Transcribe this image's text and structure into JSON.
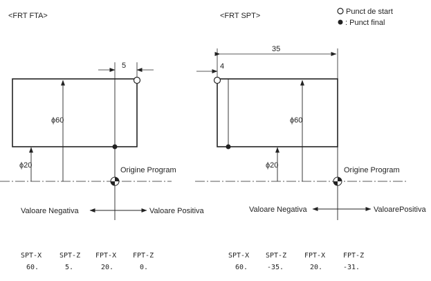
{
  "legend": {
    "start_label": "Punct de start",
    "end_label": ": Punct final"
  },
  "left": {
    "title": "<FRT FTA>",
    "dim_top": "5",
    "dim_diameter_large": "ϕ60",
    "dim_diameter_small": "ϕ20",
    "origin_label": "Origine Program",
    "axis_negative": "Valoare Negativa",
    "axis_positive": "Valoare Positiva",
    "table": {
      "headers": [
        "SPT-X",
        "SPT-Z",
        "FPT-X",
        "FPT-Z"
      ],
      "values": [
        "60.",
        "5.",
        "20.",
        "0."
      ]
    }
  },
  "right": {
    "title": "<FRT SPT>",
    "dim_top_long": "35",
    "dim_top_short": "4",
    "dim_diameter_large": "ϕ60",
    "dim_diameter_small": "ϕ20",
    "origin_label": "Origine Program",
    "axis_negative": "Valoare Negativa",
    "axis_positive": "ValoarePositiva",
    "table": {
      "headers": [
        "SPT-X",
        "SPT-Z",
        "FPT-X",
        "FPT-Z"
      ],
      "values": [
        "60.",
        "-35.",
        "20.",
        "-31."
      ]
    }
  }
}
